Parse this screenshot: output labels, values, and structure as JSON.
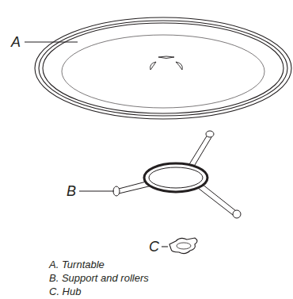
{
  "diagram": {
    "labels": [
      "A",
      "B",
      "C",
      "A. Turntable",
      "B. Support and rollers",
      "C. Hub"
    ]
  }
}
